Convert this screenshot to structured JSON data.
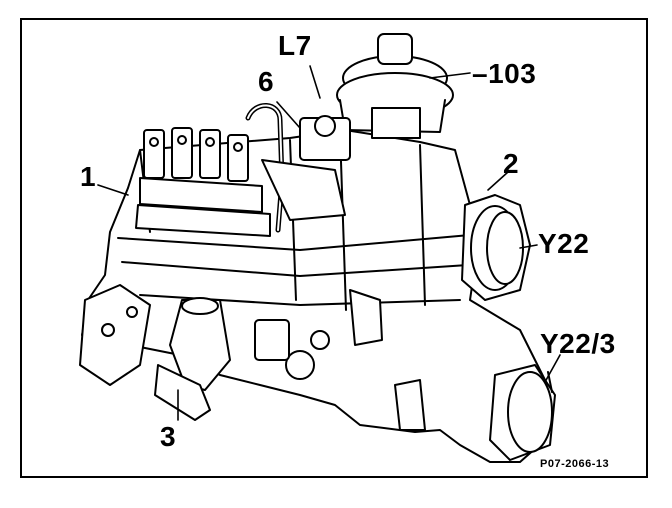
{
  "callouts": {
    "l7": "L7",
    "six": "6",
    "one_hundred_three": "103",
    "one": "1",
    "two": "2",
    "y22": "Y22",
    "y22_3": "Y22/3",
    "three": "3"
  },
  "figure_id": "P07-2066-13",
  "colors": {
    "ink": "#000000",
    "paper": "#ffffff"
  }
}
